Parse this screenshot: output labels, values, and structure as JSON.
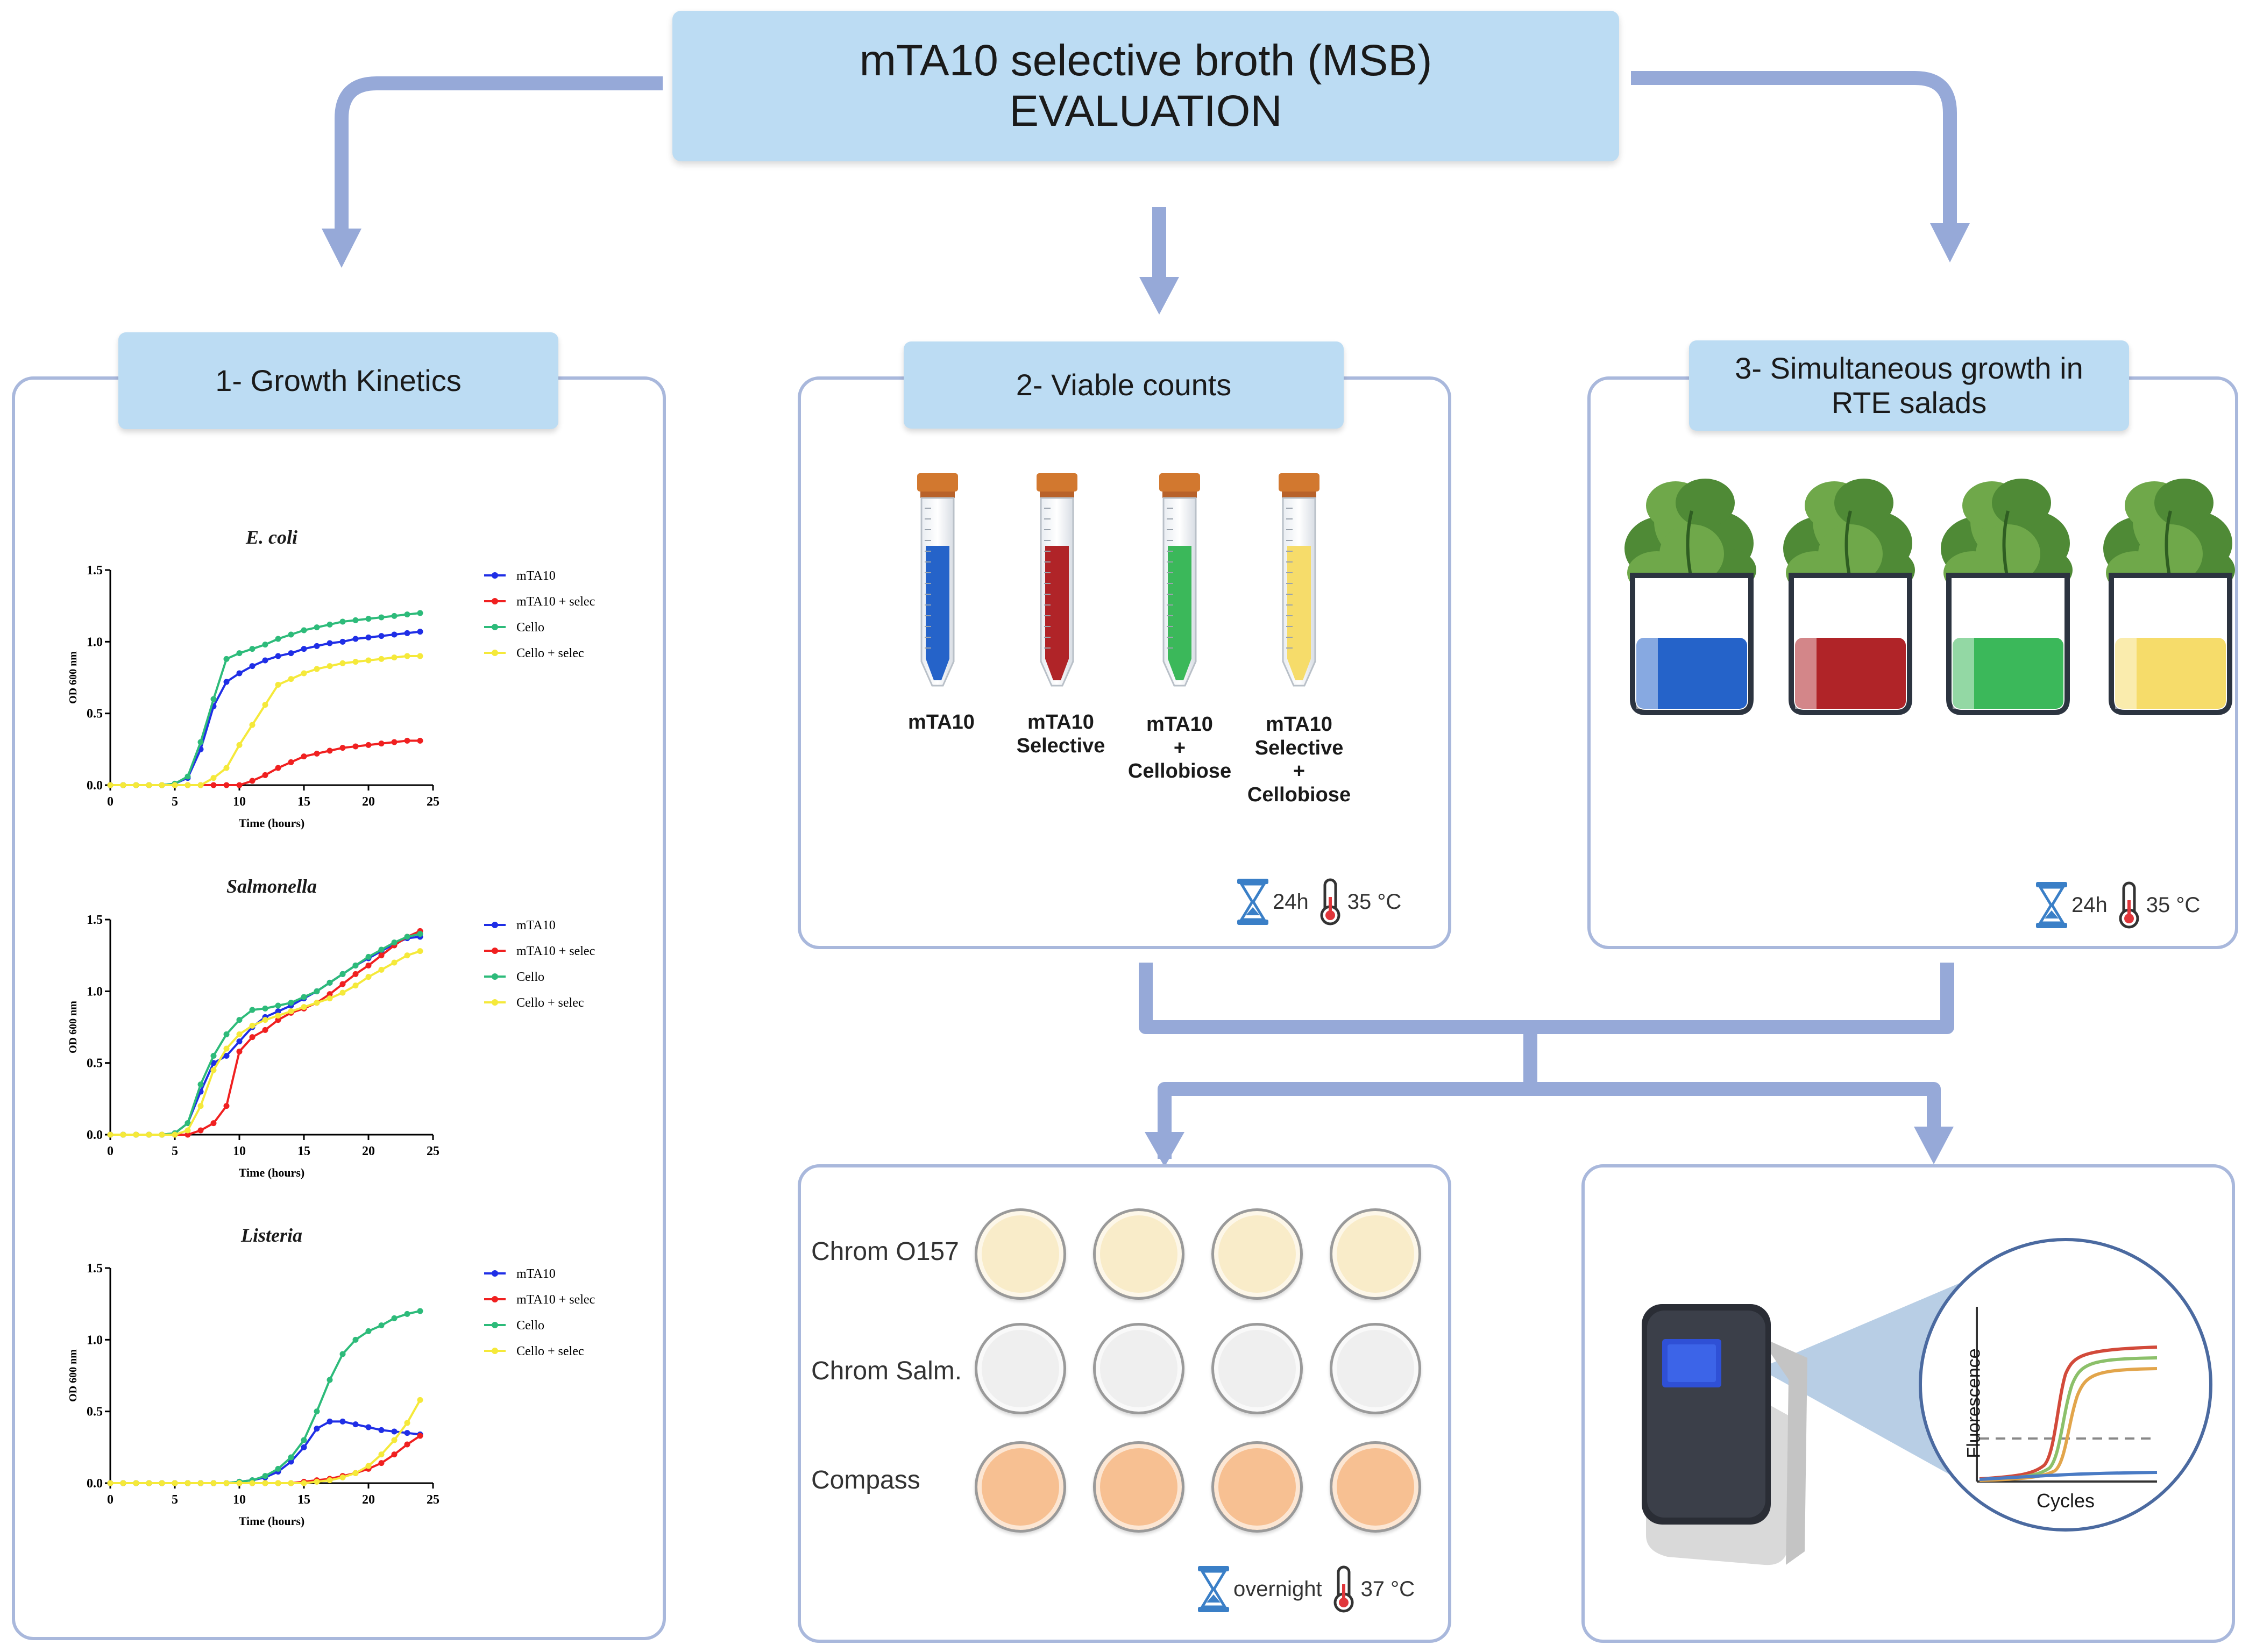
{
  "title": {
    "line1": "mTA10 selective broth (MSB)",
    "line2": "EVALUATION"
  },
  "panels": {
    "growth": {
      "label": "1- Growth Kinetics"
    },
    "viable": {
      "label": "2- Viable counts",
      "time": "24h",
      "temp": "35 °C"
    },
    "salads": {
      "label_line1": "3- Simultaneous growth in",
      "label_line2": "RTE salads",
      "time": "24h",
      "temp": "35 °C"
    }
  },
  "tubes": [
    {
      "lines": [
        "mTA10"
      ],
      "color": "#2563c9"
    },
    {
      "lines": [
        "mTA10",
        "Selective"
      ],
      "color": "#b02428"
    },
    {
      "lines": [
        "mTA10",
        "+",
        "Cellobiose"
      ],
      "color": "#3bb85a"
    },
    {
      "lines": [
        "mTA10",
        "Selective",
        "+",
        "Cellobiose"
      ],
      "color": "#f6dc6a"
    }
  ],
  "beakers": [
    {
      "color": "#2563c9"
    },
    {
      "color": "#b02428"
    },
    {
      "color": "#3bb85a"
    },
    {
      "color": "#f6dc6a"
    }
  ],
  "plates": {
    "rows": [
      {
        "label": "Chrom O157",
        "color": "#f9ecc9"
      },
      {
        "label": "Chrom Salm.",
        "color": "#efefef"
      },
      {
        "label": "Compass",
        "color": "#f7c092"
      }
    ],
    "time": "overnight",
    "temp": "37 °C"
  },
  "pcr": {
    "ylabel": "Fluorescence",
    "xlabel": "Cycles"
  },
  "chart_data": [
    {
      "type": "line",
      "title": "E. coli",
      "xlabel": "Time (hours)",
      "ylabel": "OD 600 nm",
      "xlim": [
        0,
        25
      ],
      "ylim": [
        0,
        1.5
      ],
      "xticks": [
        "0",
        "5",
        "10",
        "15",
        "20",
        "25"
      ],
      "yticks": [
        "0.0",
        "0.5",
        "1.0",
        "1.5"
      ],
      "x": [
        0,
        1,
        2,
        3,
        4,
        5,
        6,
        7,
        8,
        9,
        10,
        11,
        12,
        13,
        14,
        15,
        16,
        17,
        18,
        19,
        20,
        21,
        22,
        23,
        24
      ],
      "series": [
        {
          "name": "mTA10",
          "color": "#1f2ee6",
          "values": [
            0,
            0,
            0,
            0,
            0,
            0.01,
            0.05,
            0.25,
            0.55,
            0.72,
            0.78,
            0.83,
            0.87,
            0.9,
            0.92,
            0.95,
            0.97,
            0.99,
            1.0,
            1.02,
            1.03,
            1.04,
            1.05,
            1.06,
            1.07
          ]
        },
        {
          "name": "mTA10 + selec",
          "color": "#f02020",
          "values": [
            0,
            0,
            0,
            0,
            0,
            0,
            0,
            0,
            0,
            0,
            0,
            0.03,
            0.07,
            0.12,
            0.16,
            0.2,
            0.22,
            0.24,
            0.26,
            0.27,
            0.28,
            0.29,
            0.3,
            0.31,
            0.31
          ]
        },
        {
          "name": "Cello",
          "color": "#2dbb7a",
          "values": [
            0,
            0,
            0,
            0,
            0,
            0.01,
            0.06,
            0.3,
            0.6,
            0.88,
            0.92,
            0.95,
            0.98,
            1.02,
            1.05,
            1.08,
            1.1,
            1.12,
            1.14,
            1.15,
            1.16,
            1.17,
            1.18,
            1.19,
            1.2
          ]
        },
        {
          "name": "Cello + selec",
          "color": "#f5e93a",
          "values": [
            0,
            0,
            0,
            0,
            0,
            0,
            0,
            0,
            0.05,
            0.12,
            0.28,
            0.42,
            0.56,
            0.7,
            0.74,
            0.78,
            0.81,
            0.83,
            0.85,
            0.86,
            0.87,
            0.88,
            0.89,
            0.9,
            0.9
          ]
        }
      ]
    },
    {
      "type": "line",
      "title": "Salmonella",
      "xlabel": "Time (hours)",
      "ylabel": "OD 600 nm",
      "xlim": [
        0,
        25
      ],
      "ylim": [
        0,
        1.5
      ],
      "xticks": [
        "0",
        "5",
        "10",
        "15",
        "20",
        "25"
      ],
      "yticks": [
        "0.0",
        "0.5",
        "1.0",
        "1.5"
      ],
      "x": [
        0,
        1,
        2,
        3,
        4,
        5,
        6,
        7,
        8,
        9,
        10,
        11,
        12,
        13,
        14,
        15,
        16,
        17,
        18,
        19,
        20,
        21,
        22,
        23,
        24
      ],
      "series": [
        {
          "name": "mTA10",
          "color": "#1f2ee6",
          "values": [
            0,
            0,
            0,
            0,
            0,
            0.01,
            0.08,
            0.3,
            0.5,
            0.55,
            0.65,
            0.75,
            0.82,
            0.86,
            0.9,
            0.95,
            1.0,
            1.06,
            1.12,
            1.18,
            1.23,
            1.28,
            1.33,
            1.37,
            1.38
          ]
        },
        {
          "name": "mTA10 + selec",
          "color": "#f02020",
          "values": [
            0,
            0,
            0,
            0,
            0,
            0,
            0,
            0.03,
            0.08,
            0.2,
            0.58,
            0.68,
            0.73,
            0.8,
            0.85,
            0.88,
            0.92,
            0.98,
            1.05,
            1.12,
            1.18,
            1.25,
            1.32,
            1.38,
            1.42
          ]
        },
        {
          "name": "Cello",
          "color": "#2dbb7a",
          "values": [
            0,
            0,
            0,
            0,
            0,
            0.01,
            0.08,
            0.35,
            0.55,
            0.7,
            0.8,
            0.87,
            0.88,
            0.9,
            0.92,
            0.96,
            1.0,
            1.06,
            1.12,
            1.18,
            1.24,
            1.29,
            1.34,
            1.38,
            1.4
          ]
        },
        {
          "name": "Cello + selec",
          "color": "#f5e93a",
          "values": [
            0,
            0,
            0,
            0,
            0,
            0,
            0.03,
            0.2,
            0.45,
            0.6,
            0.7,
            0.76,
            0.8,
            0.83,
            0.86,
            0.89,
            0.92,
            0.95,
            0.99,
            1.04,
            1.1,
            1.15,
            1.2,
            1.25,
            1.28
          ]
        }
      ]
    },
    {
      "type": "line",
      "title": "Listeria",
      "xlabel": "Time (hours)",
      "ylabel": "OD 600 nm",
      "xlim": [
        0,
        25
      ],
      "ylim": [
        0,
        1.5
      ],
      "xticks": [
        "0",
        "5",
        "10",
        "15",
        "20",
        "25"
      ],
      "yticks": [
        "0.0",
        "0.5",
        "1.0",
        "1.5"
      ],
      "x": [
        0,
        1,
        2,
        3,
        4,
        5,
        6,
        7,
        8,
        9,
        10,
        11,
        12,
        13,
        14,
        15,
        16,
        17,
        18,
        19,
        20,
        21,
        22,
        23,
        24
      ],
      "series": [
        {
          "name": "mTA10",
          "color": "#1f2ee6",
          "values": [
            0,
            0,
            0,
            0,
            0,
            0,
            0,
            0,
            0,
            0,
            0.01,
            0.02,
            0.04,
            0.08,
            0.15,
            0.25,
            0.38,
            0.43,
            0.43,
            0.41,
            0.39,
            0.37,
            0.36,
            0.35,
            0.34
          ]
        },
        {
          "name": "mTA10 + selec",
          "color": "#f02020",
          "values": [
            0,
            0,
            0,
            0,
            0,
            0,
            0,
            0,
            0,
            0,
            0,
            0,
            0,
            0,
            0,
            0.01,
            0.02,
            0.03,
            0.05,
            0.07,
            0.1,
            0.14,
            0.2,
            0.27,
            0.33
          ]
        },
        {
          "name": "Cello",
          "color": "#2dbb7a",
          "values": [
            0,
            0,
            0,
            0,
            0,
            0,
            0,
            0,
            0,
            0,
            0.01,
            0.02,
            0.05,
            0.1,
            0.18,
            0.3,
            0.5,
            0.72,
            0.9,
            1.0,
            1.06,
            1.1,
            1.15,
            1.18,
            1.2
          ]
        },
        {
          "name": "Cello + selec",
          "color": "#f5e93a",
          "values": [
            0,
            0,
            0,
            0,
            0,
            0,
            0,
            0,
            0,
            0,
            0,
            0,
            0,
            0,
            0,
            0,
            0.01,
            0.02,
            0.04,
            0.07,
            0.12,
            0.2,
            0.3,
            0.42,
            0.58
          ]
        }
      ]
    }
  ]
}
